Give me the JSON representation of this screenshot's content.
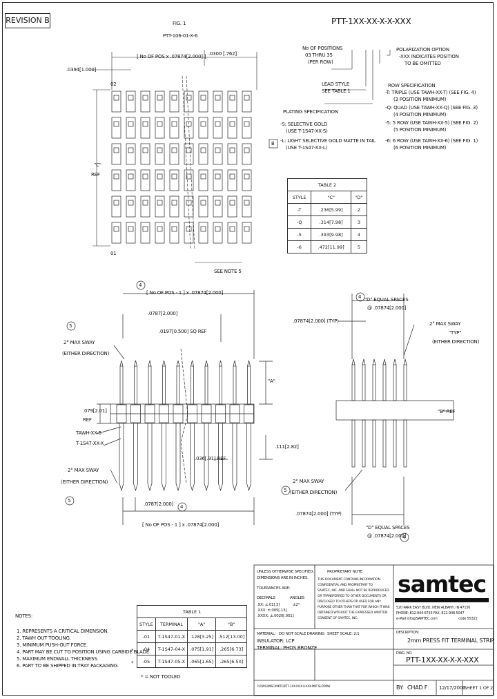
{
  "revision": "REVISION B",
  "fig_title": "FIG. 1",
  "fig_part": "PTT-106-01-X-6",
  "part_code": "PTT-1XX-XX-X-X-XXX",
  "pos_pitch_top": "[ No OF POS x .07874[2.000] ]",
  "dim_top_right": ".0300 [.762]",
  "dim_0394": ".0394[1.000]",
  "label_c": "\"C\"",
  "label_ref": "REF",
  "label_01": "01",
  "label_02": "02",
  "code_labels": {
    "positions": "No OF POSITIONS",
    "positions_range": "03 THRU 35",
    "positions_row": "(PER ROW)",
    "lead_style": "LEAD STYLE",
    "lead_table": "SEE TABLE 1",
    "plating": "PLATING SPECIFICATION",
    "plating_s": "-S: SELECTIVE GOLD",
    "plating_s_part": "(USE T-1S47-XX-S)",
    "plating_l": "-L: LIGHT SELECTIVE GOLD MATTE IN TAIL",
    "plating_l_part": "(USE T-1S47-XX-L)",
    "polarization": "POLARIZATION OPTION",
    "polarization_1": "-XXX INDICATES POSITION",
    "polarization_2": "TO BE OMITTED",
    "row_spec": "ROW SPECIFICATION",
    "row_t": "-T: TRIPLE (USE TAWH-XX-T) (SEE FIG. 4)",
    "row_t_min": "(3 POSITION MINIMUM)",
    "row_q": "-Q: QUAD (USE TAWH-XX-Q) (SEE FIG. 3)",
    "row_q_min": "(4 POSITION MINIMUM)",
    "row_5": "-5: 5 ROW (USE TAWH-XX-5) (SEE FIG. 2)",
    "row_5_min": "(5 POSITION MINIMUM)",
    "row_6": "-6: 6 ROW (USE TAWH-XX-6) (SEE FIG. 1)",
    "row_6_min": "(6 POSITION MINIMUM)",
    "b_flag": "B"
  },
  "see_note": "SEE NOTE 5",
  "table2": {
    "title": "TABLE 2",
    "headers": [
      "STYLE",
      "\"C\"",
      "\"D\""
    ],
    "rows": [
      [
        "-T",
        ".236[5.99]",
        "2"
      ],
      [
        "-Q",
        ".314[7.98]",
        "3"
      ],
      [
        "-5",
        ".393[9.98]",
        "4"
      ],
      [
        "-6",
        ".472[11.99]",
        "5"
      ]
    ]
  },
  "front": {
    "note_flag": "4",
    "pitch_top": "[ No OF POS - 1 ] x .07874[2.000]",
    "dim_0787": ".0787[2.000]",
    "dim_0197": ".0197[0.500] SQ REF",
    "sway_num": "5",
    "sway_1": "2° MAX SWAY",
    "sway_2": "(EITHER DIRECTION)",
    "dim_079": ".079[2.01]",
    "dim_079_ref": "REF",
    "dim_a": "\"A\"",
    "tawh": "TAWH-XX-5",
    "t1s47": "T-1S47-XX-X",
    "sway2_num": "5",
    "sway2_1": "2° MAX SWAY",
    "sway2_2": "(EITHER DIRECTION)",
    "dim_111": ".111[2.82]",
    "dim_036": ".036[.91] REF",
    "dim_0787_b": ".0787[2.000]",
    "pitch_bottom": "[ No OF POS - 1 ] x .07874[2.000]",
    "bottom_flag": "4"
  },
  "side": {
    "flag_top": "4",
    "d_equal": "\"D\" EQUAL SPACES",
    "d_equal_pitch": "@ .07874[2.000]",
    "dim_typ": ".07874[2.000] (TYP)",
    "sway_1": "2° MAX SWAY",
    "sway_typ": "\"TYP\"",
    "sway_2": "(EITHER DIRECTION)",
    "b_ref": "\"B\" REF",
    "sway2_1": "2° MAX SWAY",
    "sway2_2": "(EITHER DIRECTION)",
    "sway2_num": "5",
    "dim_typ_b": ".07874[2.000] (TYP)",
    "d_equal_b": "\"D\" EQUAL SPACES",
    "d_equal_pitch_b": "@ .07874[2.000]",
    "flag_bottom": "4"
  },
  "notes": {
    "title": "NOTES:",
    "items": [
      "1. REPRESENTS A CRITICAL DIMENSION.",
      "2. TAWH OUT TOOLING.",
      "3. MINIMUM PUSH-OUT FORCE.",
      "4. PART MAY BE CUT TO POSITION USING CARBIDE BLADE.",
      "5. MAXIMUM ENDWALL THICKNESS.",
      "6. PART TO BE SHIPPED IN TRAY PACKAGING."
    ]
  },
  "table1": {
    "title": "TABLE 1",
    "headers": [
      "STYLE",
      "TERMINAL",
      "\"A\"",
      "\"B\""
    ],
    "rows": [
      [
        "-01",
        "T-1S47-01-X",
        ".128[3.25]",
        ".512[13.00]"
      ],
      [
        "-04",
        "T-1S47-04-X",
        ".075[1.91]",
        ".265[6.73]"
      ],
      [
        "-05",
        "T-1S47-05-X",
        ".065[1.65]",
        ".265[6.50]"
      ]
    ],
    "marks": [
      "*",
      "*"
    ],
    "footnote": "* = NOT TOOLED"
  },
  "title_block": {
    "tolerances_1": "UNLESS OTHERWISE SPECIFIED,",
    "tolerances_2": "DIMENSIONS ARE IN INCHES.",
    "tolerances_3": "TOLERANCES ARE:",
    "decimals": "DECIMALS",
    "angles": "ANGLES",
    "tol_x": ".XX: ±.01[.3]",
    "tol_xx": ".XXX: ±.005[.13]",
    "tol_xxx": ".XXXX: ±.0020[.051]",
    "tol_ang": "±2°",
    "proprietary": "PROPRIETARY NOTE",
    "prop_1": "THIS DOCUMENT CONTAINS INFORMATION",
    "prop_2": "CONFIDENTIAL AND PROPRIETARY TO",
    "prop_3": "SAMTEC, INC. AND SHALL NOT BE REPRODUCED",
    "prop_4": "OR TRANSFERRED TO OTHER DOCUMENTS OR",
    "prop_5": "DISCLOSED TO OTHERS OR USED FOR ANY",
    "prop_6": "PURPOSE OTHER THAN THAT FOR WHICH IT WAS",
    "prop_7": "OBTAINED WITHOUT THE EXPRESSED WRITTEN",
    "prop_8": "CONSENT OF SAMTEC, INC.",
    "material": "MATERIAL:",
    "do_not_scale": "DO NOT SCALE DRAWING",
    "sheet_scale": "SHEET SCALE: 2:1",
    "insulator": "INSULATOR: LCP",
    "terminal": "TERMINAL: PHOS BRONZE",
    "path": "F:\\DWG\\MISC\\MKTG\\PTT-1XX-XX-X-X-XXX-MKT.SLDDRW",
    "address_1": "520 PARK EAST BLVD, NEW ALBANY, IN 47150",
    "address_2": "PHONE: 812-944-6733  FAX: 812-948-5047",
    "address_3": "e-Mail info@SAMTEC.com",
    "address_4": "code 55322",
    "description_label": "DESCRIPTION:",
    "description": "2mm PRESS FIT TERMINAL STRIP",
    "dwg_label": "DWG. NO.",
    "dwg_no": "PTT-1XX-XX-X-X-XXX",
    "by": "BY:",
    "by_name": "CHAD F",
    "date": "12/17/2000",
    "sheet": "SHEET 1 OF 2"
  },
  "logo": "samtec"
}
